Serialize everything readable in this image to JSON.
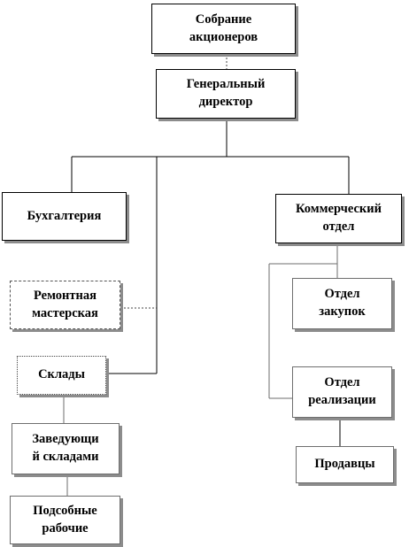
{
  "nodes": {
    "shareholders": "Собрание\nакционеров",
    "director": "Генеральный\nдиректор",
    "accounting": "Бухгалтерия",
    "commercial": "Коммерческий\nотдел",
    "repair": "Ремонтная\nмастерская",
    "warehouses": "Склады",
    "warehouse_head": "Заведующи\nй  складами",
    "auxiliary_workers": "Подсобные\nрабочие",
    "purchasing": "Отдел\nзакупок",
    "sales_dept": "Отдел\nреализации",
    "sellers": "Продавцы"
  }
}
